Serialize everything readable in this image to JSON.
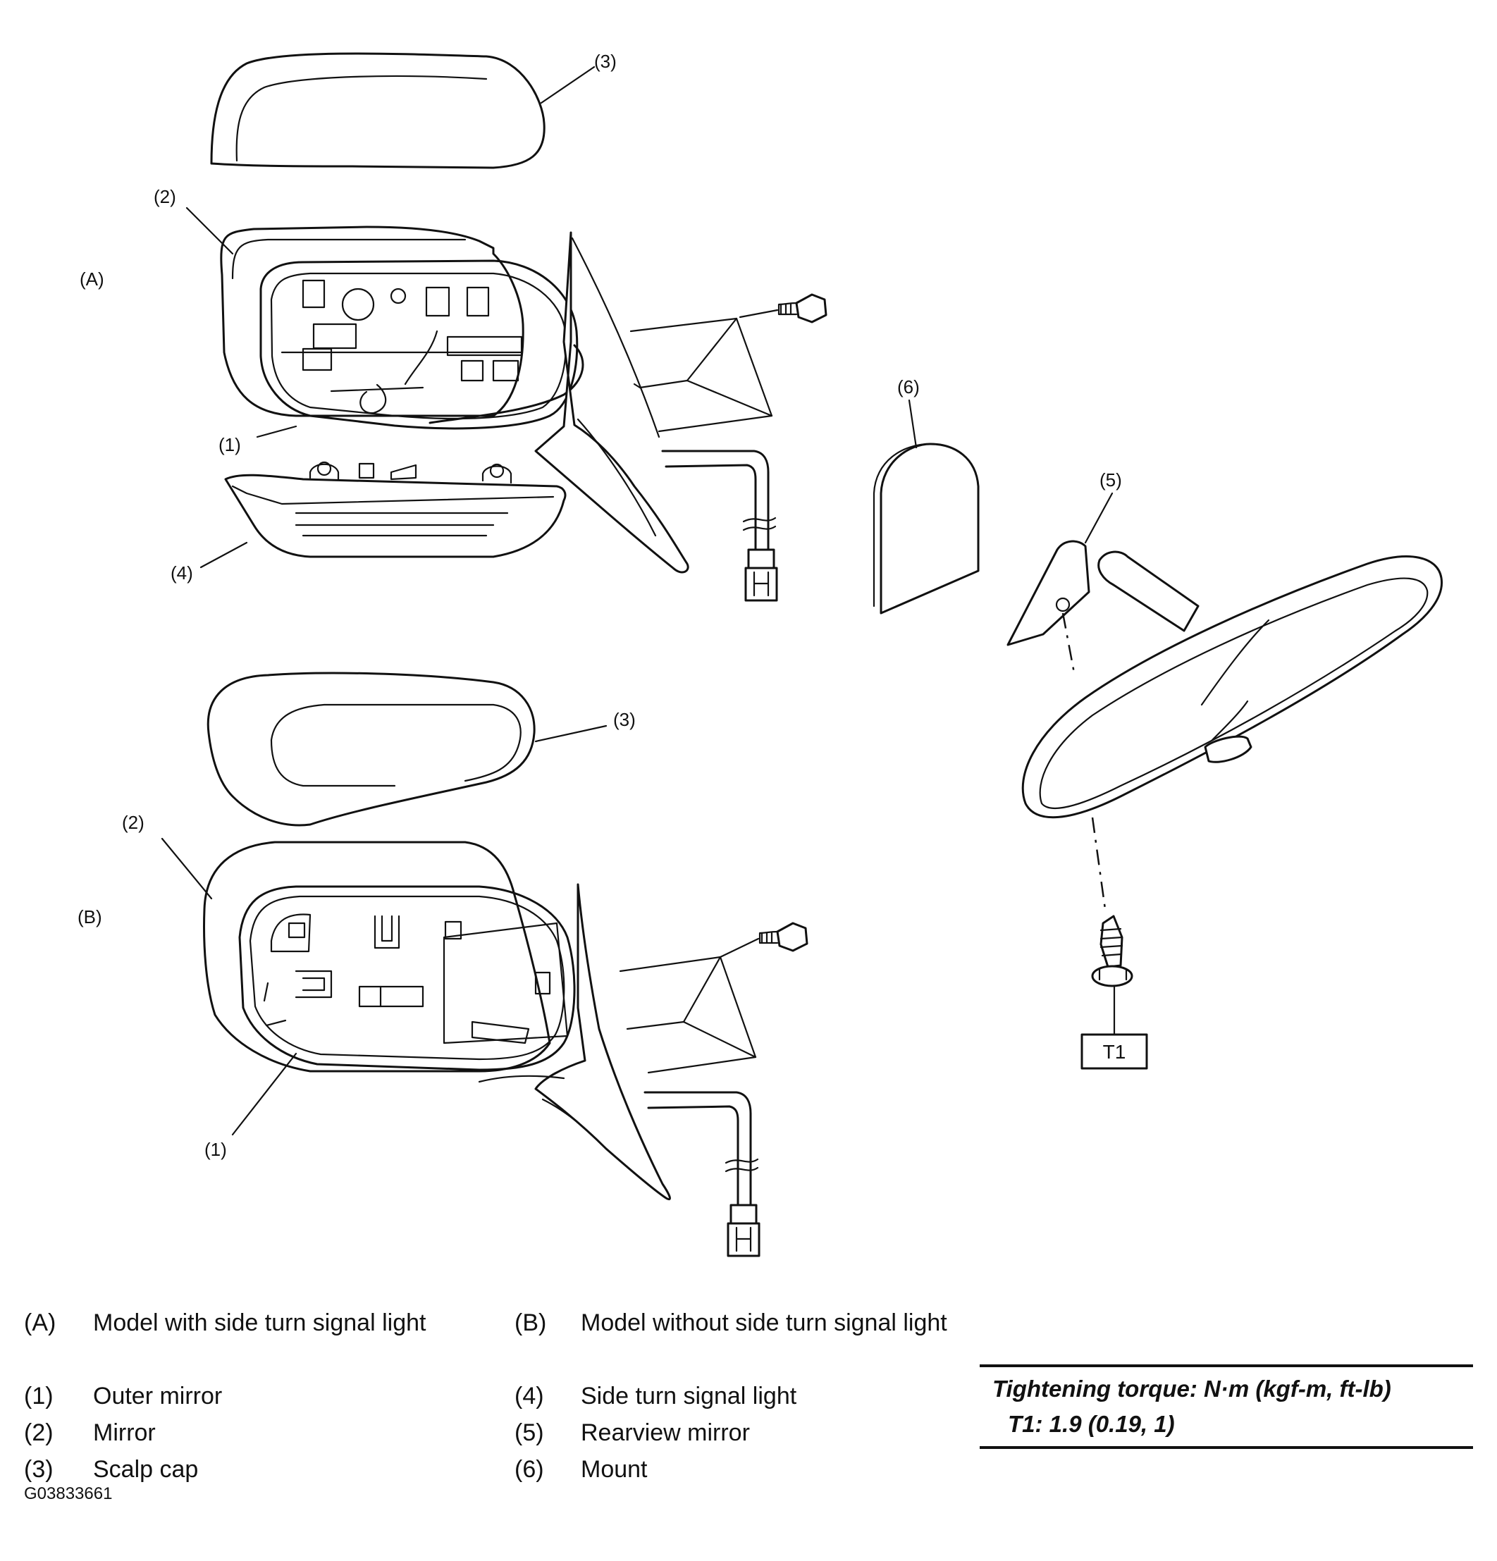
{
  "callouts": {
    "scalp_cap_a": "(3)",
    "mirror_a": "(2)",
    "outer_mirror_a": "(1)",
    "side_turn_signal_light": "(4)",
    "mount": "(6)",
    "rearview_mirror": "(5)",
    "scalp_cap_b": "(3)",
    "mirror_b": "(2)",
    "outer_mirror_b": "(1)",
    "variant_a": "(A)",
    "variant_b": "(B)",
    "torque_tag": "T1"
  },
  "legend": {
    "variants": [
      {
        "code": "(A)",
        "text": "Model with side turn signal light"
      },
      {
        "code": "(B)",
        "text": "Model without side turn signal light"
      }
    ],
    "parts": [
      {
        "code": "(1)",
        "text": "Outer mirror"
      },
      {
        "code": "(2)",
        "text": "Mirror"
      },
      {
        "code": "(3)",
        "text": "Scalp cap"
      },
      {
        "code": "(4)",
        "text": "Side turn signal light"
      },
      {
        "code": "(5)",
        "text": "Rearview mirror"
      },
      {
        "code": "(6)",
        "text": "Mount"
      }
    ]
  },
  "torque": {
    "title": "Tightening torque: N·m (kgf-m, ft-lb)",
    "value": "T1:   1.9 (0.19, 1)"
  },
  "figure_id": "G03833661"
}
